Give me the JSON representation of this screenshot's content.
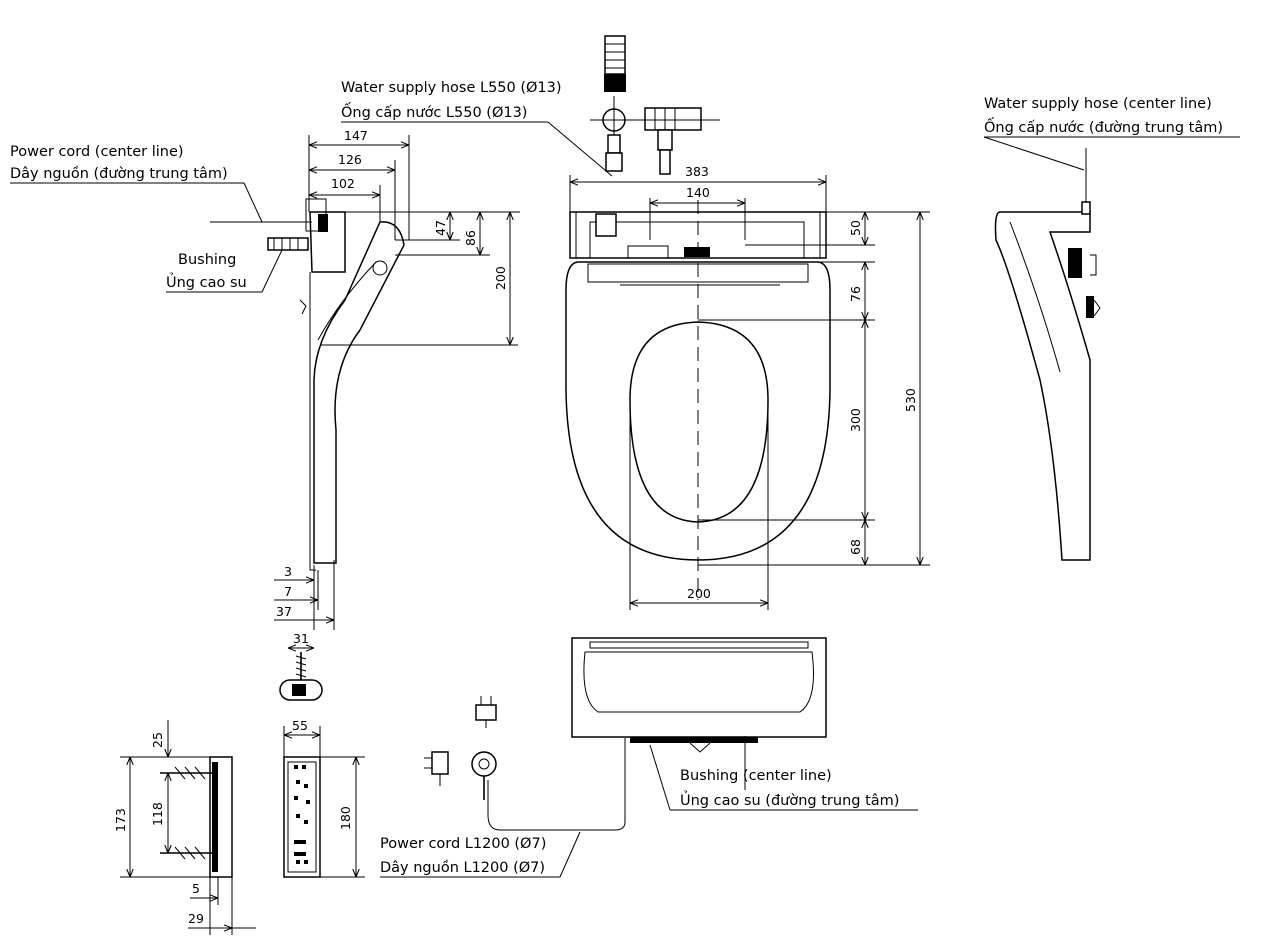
{
  "labels": {
    "water_hose_top_en": "Water supply hose L550 (Ø13)",
    "water_hose_top_vi": "Ống cấp nước L550 (Ø13)",
    "power_cord_left_en": "Power cord (center line)",
    "power_cord_left_vi": "Dây nguồn (đường trung tâm)",
    "bushing_left_en": "Bushing",
    "bushing_left_vi": "Ủng cao su",
    "water_hose_right_en": "Water supply hose (center line)",
    "water_hose_right_vi": "Ống cấp nước (đường trung tâm)",
    "bushing_bottom_en": "Bushing (center line)",
    "bushing_bottom_vi": "Ủng cao su (đường trung tâm)",
    "power_cord_bottom_en": "Power cord L1200 (Ø7)",
    "power_cord_bottom_vi": "Dây nguồn L1200 (Ø7)"
  },
  "dimensions": {
    "d147": "147",
    "d126": "126",
    "d102": "102",
    "d47": "47",
    "d86": "86",
    "d200_side": "200",
    "d3": "3",
    "d7": "7",
    "d37": "37",
    "d31": "31",
    "d383": "383",
    "d140": "140",
    "d50": "50",
    "d76": "76",
    "d300": "300",
    "d530": "530",
    "d68": "68",
    "d200_front": "200",
    "d25": "25",
    "d173": "173",
    "d118": "118",
    "d5": "5",
    "d29": "29",
    "d55": "55",
    "d180": "180"
  }
}
